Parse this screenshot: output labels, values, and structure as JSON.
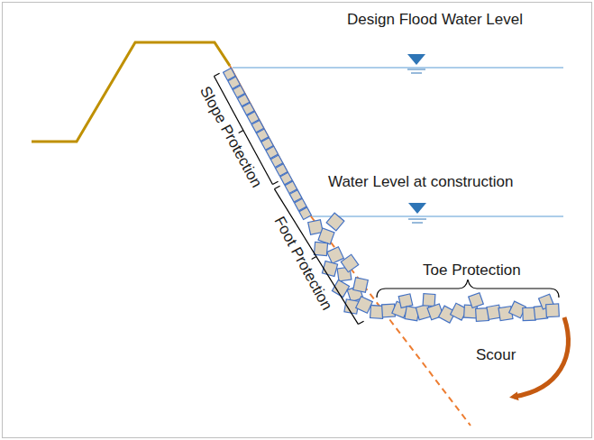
{
  "diagram": {
    "labels": [
      "Design Flood Water Level",
      "Water Level at construction",
      "Toe Protection",
      "Scour",
      "Slope Protection",
      "Foot Protection"
    ]
  }
}
